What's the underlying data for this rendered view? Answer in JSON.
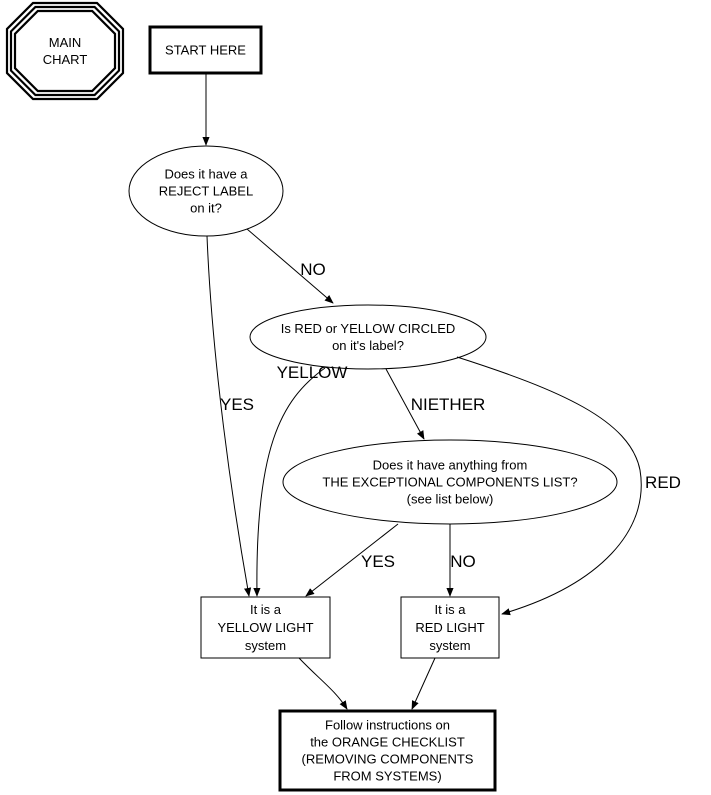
{
  "chart_data": {
    "type": "flowchart",
    "title_node": {
      "id": "main",
      "lines": [
        "MAIN",
        "CHART"
      ],
      "shape": "triple-octagon"
    },
    "nodes": [
      {
        "id": "start",
        "shape": "box-bold",
        "lines": [
          "START HERE"
        ]
      },
      {
        "id": "q1",
        "shape": "ellipse",
        "lines": [
          "Does it have a",
          "REJECT LABEL",
          "on it?"
        ]
      },
      {
        "id": "q2",
        "shape": "ellipse",
        "lines": [
          "Is RED or YELLOW CIRCLED",
          "on it's label?"
        ]
      },
      {
        "id": "q3",
        "shape": "ellipse",
        "lines": [
          "Does it have anything from",
          "THE EXCEPTIONAL COMPONENTS LIST?",
          "(see list below)"
        ]
      },
      {
        "id": "yellow",
        "shape": "box",
        "lines": [
          "It is a",
          "YELLOW LIGHT",
          "system"
        ]
      },
      {
        "id": "red",
        "shape": "box",
        "lines": [
          "It is a",
          "RED LIGHT",
          "system"
        ]
      },
      {
        "id": "orange",
        "shape": "box-bold",
        "lines": [
          "Follow instructions on",
          "the ORANGE CHECKLIST",
          "(REMOVING COMPONENTS",
          "FROM SYSTEMS)"
        ]
      }
    ],
    "edges": [
      {
        "from": "start",
        "to": "q1",
        "label": ""
      },
      {
        "from": "q1",
        "to": "q2",
        "label": "NO"
      },
      {
        "from": "q1",
        "to": "yellow",
        "label": "YES"
      },
      {
        "from": "q2",
        "to": "yellow",
        "label": "YELLOW"
      },
      {
        "from": "q2",
        "to": "q3",
        "label": "NIETHER"
      },
      {
        "from": "q2",
        "to": "red",
        "label": "RED"
      },
      {
        "from": "q3",
        "to": "yellow",
        "label": "YES"
      },
      {
        "from": "q3",
        "to": "red",
        "label": "NO"
      },
      {
        "from": "yellow",
        "to": "orange",
        "label": ""
      },
      {
        "from": "red",
        "to": "orange",
        "label": ""
      }
    ]
  }
}
